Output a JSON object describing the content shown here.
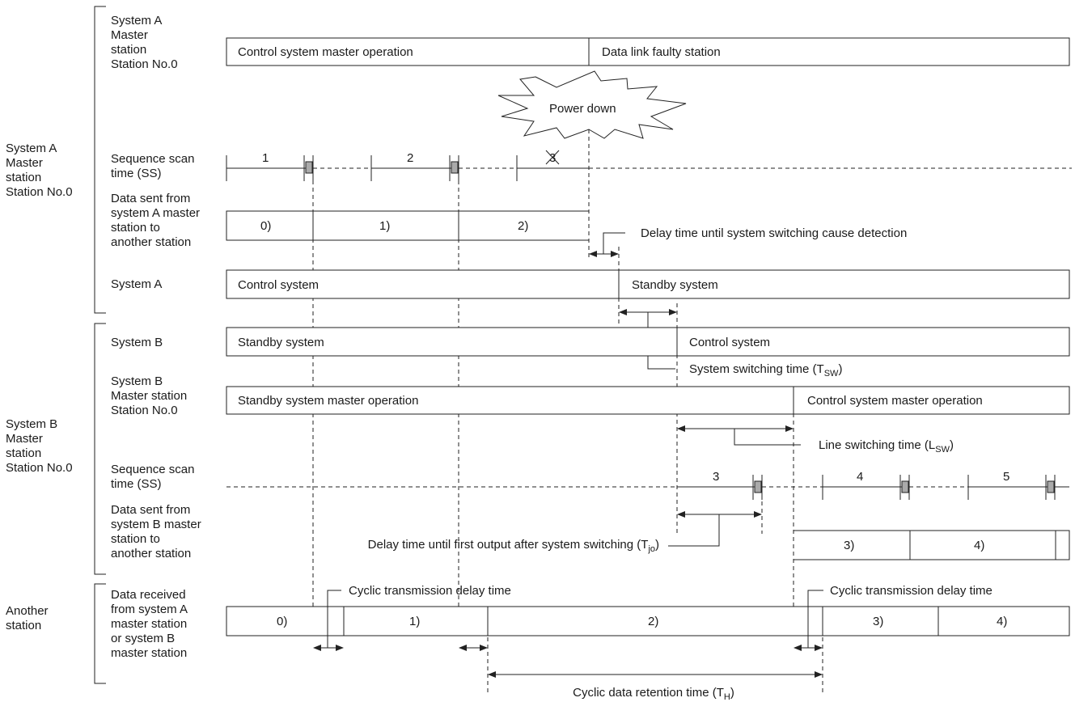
{
  "groups": {
    "sysA": "System A\nMaster\nstation\nStation No.0",
    "sysB": "System B\nMaster\nstation\nStation No.0",
    "another": "Another\nstation"
  },
  "row_labels": {
    "a_master": "System A\nMaster\nstation\nStation No.0",
    "a_scan": "Sequence scan\ntime (SS)",
    "a_data": "Data sent from\nsystem A master\nstation to\nanother station",
    "a_system": "System A",
    "b_system": "System B",
    "b_master": "System B\nMaster station\nStation No.0",
    "b_scan": "Sequence scan\ntime (SS)",
    "b_data": "Data sent from\nsystem B master\nstation to\nanother station",
    "recv": "Data received\nfrom system A\nmaster station\nor system B\nmaster station"
  },
  "bars": {
    "a_master_1": "Control system master operation",
    "a_master_2": "Data link faulty station",
    "a_sys_1": "Control system",
    "a_sys_2": "Standby system",
    "b_sys_1": "Standby system",
    "b_sys_2": "Control system",
    "b_master_1": "Standby system master operation",
    "b_master_2": "Control system master operation"
  },
  "data_segments": {
    "a": [
      "0)",
      "1)",
      "2)"
    ],
    "b": [
      "3)",
      "4)"
    ],
    "recv": [
      "0)",
      "1)",
      "2)",
      "3)",
      "4)"
    ]
  },
  "scan_numbers": {
    "a": [
      "1",
      "2",
      "3"
    ],
    "b": [
      "3",
      "4",
      "5"
    ]
  },
  "event": "Power down",
  "annotations": {
    "detect": "Delay time until system switching cause detection",
    "switch_main": "System switching time (T",
    "switch_sub": "SW",
    "switch_end": ")",
    "line_main": "Line switching time (L",
    "line_sub": "SW",
    "line_end": ")",
    "first_main": "Delay time until first output after system switching (T",
    "first_sub": "jo",
    "first_end": ")",
    "cyclic1": "Cyclic transmission delay time",
    "cyclic2": "Cyclic transmission delay time",
    "retain_main": "Cyclic data retention time (T",
    "retain_sub": "H",
    "retain_end": ")"
  }
}
